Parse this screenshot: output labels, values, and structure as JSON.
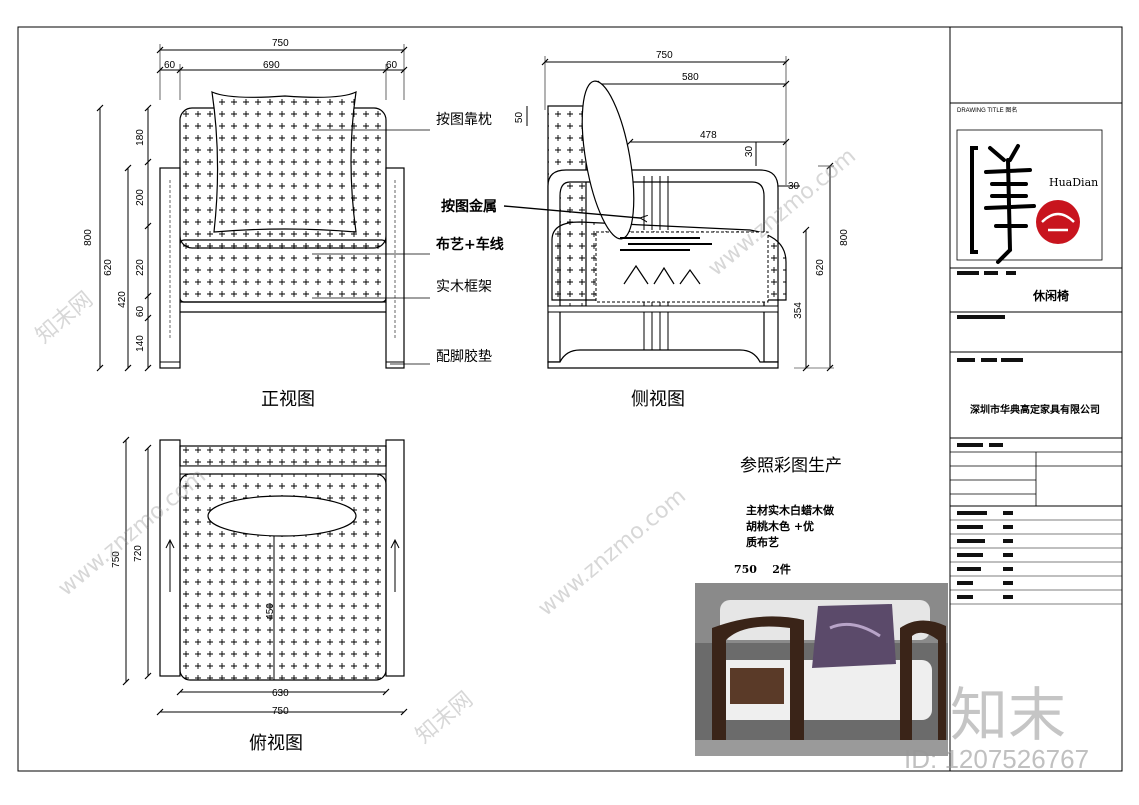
{
  "views": {
    "front": {
      "title": "正视图",
      "dims": {
        "overall_width": "750",
        "inner_width": "690",
        "side_left": "60",
        "side_right": "60",
        "h_total": "800",
        "h_seat": "620",
        "h_arm": "420",
        "seg_180": "180",
        "seg_200": "200",
        "seg_220": "220",
        "seg_60": "60",
        "seg_140": "140"
      },
      "callouts": [
        "按图靠枕",
        "按图金属",
        "布艺+车线",
        "实木框架",
        "配脚胶垫"
      ]
    },
    "side": {
      "title": "侧视图",
      "dims": {
        "overall_depth": "750",
        "d_580": "580",
        "d_478": "478",
        "top_50": "50",
        "arm_30a": "30",
        "arm_30b": "30",
        "h_total": "800",
        "h_seat": "620",
        "h_354": "354"
      }
    },
    "top": {
      "title": "俯视图",
      "dims": {
        "overall_width": "750",
        "inner_width": "630",
        "d_total": "750",
        "d_720": "720",
        "d_450": "450"
      }
    }
  },
  "notes": {
    "reference": "参照彩图生产",
    "spec_line1": "主材实木白蜡木做",
    "spec_line2": "胡桃木色 +优",
    "spec_line3": "质布艺",
    "spec_qty": "750    2件"
  },
  "title_block": {
    "drawing_title_label": "DRAWING TITLE",
    "drawing_title_cn": "图名",
    "logo_text": "HuaDian",
    "product_name": "休闲椅",
    "company": "深圳市华典高定家具有限公司"
  },
  "watermark": {
    "brand": "知末",
    "site": "www.znzmo.com",
    "site_cn": "知末网",
    "id_text": "ID: 1207526767"
  },
  "colors": {
    "line": "#000000",
    "seal_red": "#c8141e",
    "photo_bg": "#6b6b6b"
  }
}
